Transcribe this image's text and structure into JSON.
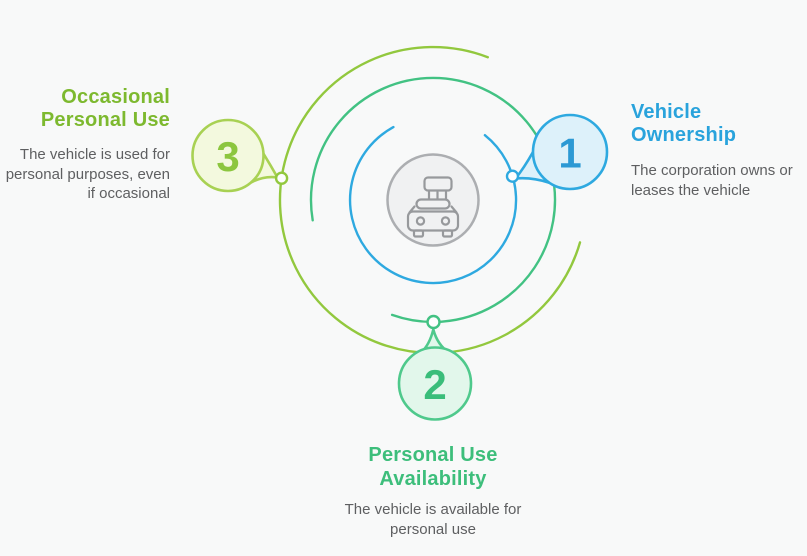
{
  "canvas": {
    "background": "#F8F9F9"
  },
  "center": {
    "icon": "car-icon",
    "circle_fill": "#F0F1F2",
    "circle_stroke": "#ACAEB1",
    "icon_stroke": "#97999C"
  },
  "body_text_color": "#5E5F61",
  "items": [
    {
      "number": "1",
      "title": "Vehicle\nOwnership",
      "description": "The corporation owns or\nleases the vehicle",
      "title_color": "#29A3DC",
      "number_color": "#2C99D4",
      "arc_color": "#2EA9E0",
      "bubble_fill": "#DDF1FA",
      "bubble_stroke": "#2EA9E0"
    },
    {
      "number": "2",
      "title": "Personal Use\nAvailability",
      "description": "The vehicle is available for\npersonal use",
      "title_color": "#3DBE7B",
      "number_color": "#3ABD7A",
      "arc_color": "#42C283",
      "bubble_fill": "#E2F7EB",
      "bubble_stroke": "#4FC98C"
    },
    {
      "number": "3",
      "title": "Occasional\nPersonal Use",
      "description": "The vehicle is used for\npersonal purposes, even\nif occasional",
      "title_color": "#7DB92F",
      "number_color": "#8CC63F",
      "arc_color": "#92C83E",
      "bubble_fill": "#F3F9DE",
      "bubble_stroke": "#A8D153"
    }
  ]
}
